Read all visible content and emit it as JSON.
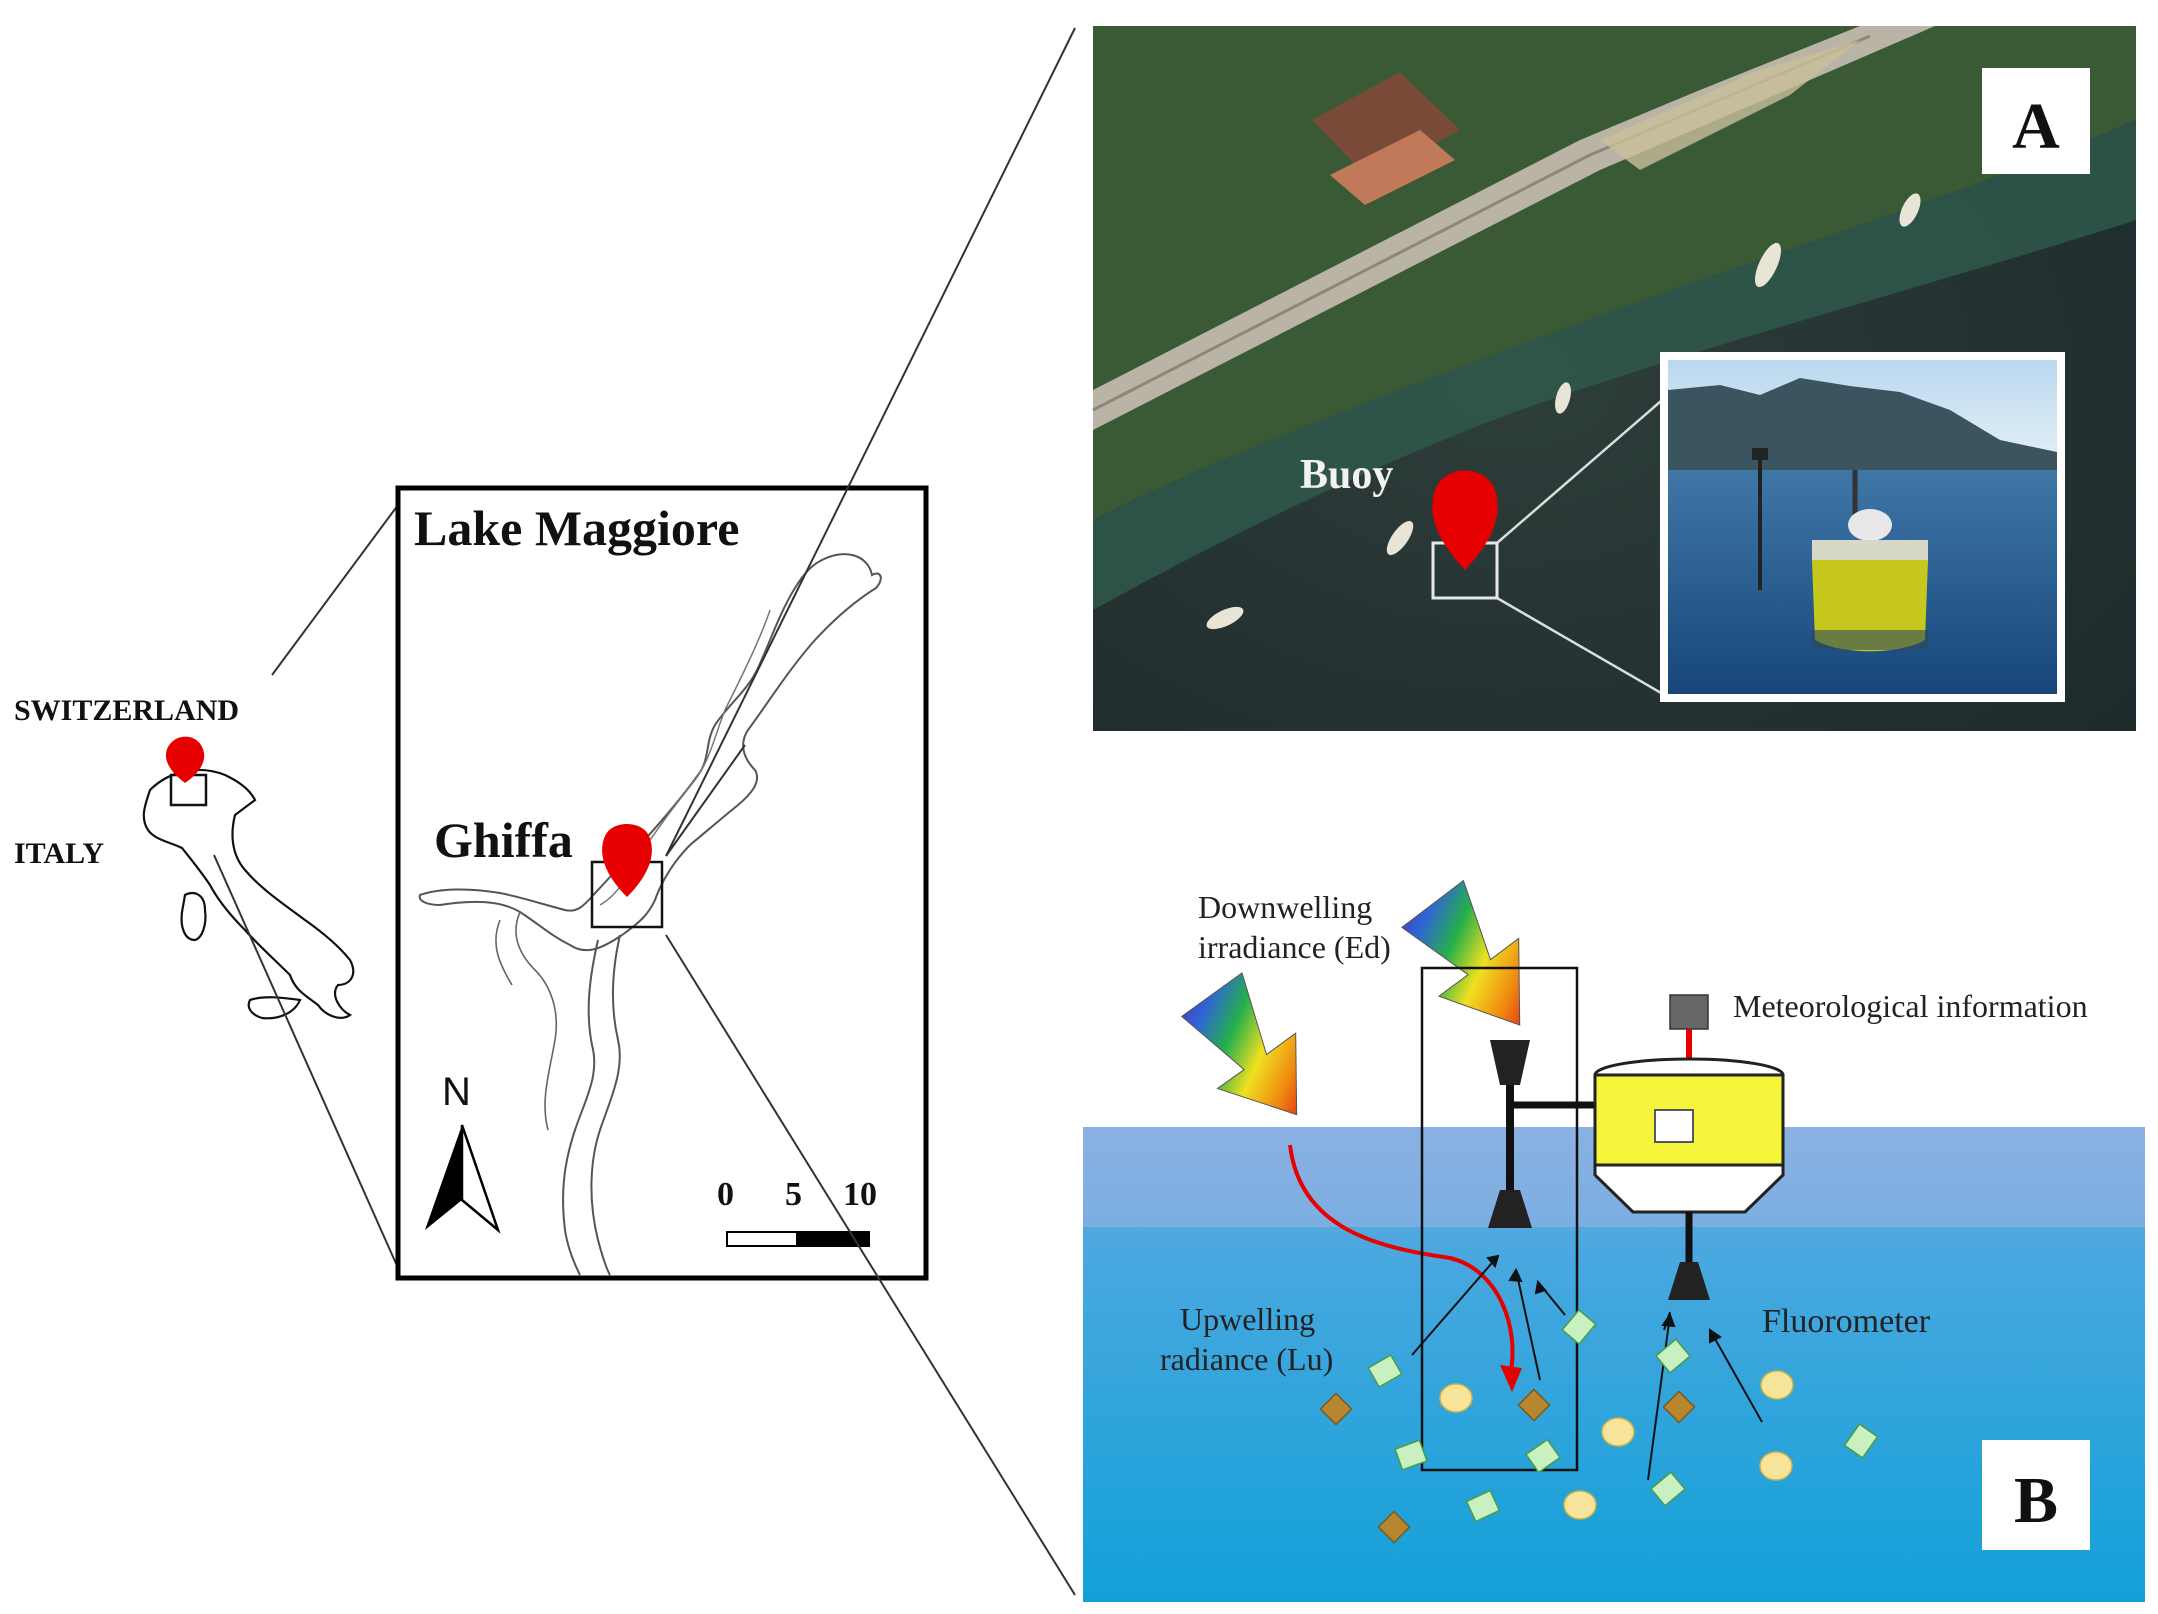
{
  "italy_map": {
    "switzerland_label": "SWITZERLAND",
    "italy_label": "ITALY"
  },
  "lake_map": {
    "title": "Lake Maggiore",
    "site_label": "Ghiffa",
    "north_label": "N",
    "scale_ticks": [
      "0",
      "5",
      "10"
    ]
  },
  "panel_a": {
    "letter": "A",
    "buoy_label": "Buoy"
  },
  "panel_b": {
    "letter": "B",
    "downwelling_line1": "Downwelling",
    "downwelling_line2": "irradiance (Ed)",
    "meteo_label": "Meteorological information",
    "upwelling_line1": "Upwelling",
    "upwelling_line2": "radiance (Lu)",
    "fluorometer_label": "Fluorometer"
  },
  "colors": {
    "marker_red": "#e60000",
    "water_top": "#7ea7dc",
    "water_bottom": "#1aa4dc",
    "buoy_yellow": "#f4f43a",
    "particle_brown": "#b8862e",
    "particle_yellow": "#f5e49a",
    "particle_green": "#c8f0c0"
  }
}
